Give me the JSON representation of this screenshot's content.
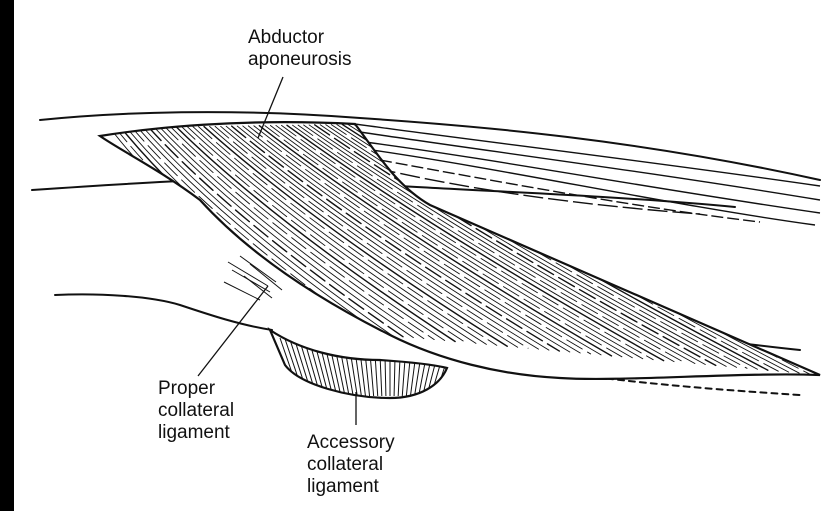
{
  "labels": {
    "abductor_aponeurosis": [
      "Abductor",
      "aponeurosis"
    ],
    "proper_collateral_ligament": [
      "Proper",
      "collateral",
      "ligament"
    ],
    "accessory_collateral_ligament": [
      "Accessory",
      "collateral",
      "ligament"
    ]
  },
  "colors": {
    "ink": "#111111",
    "paper": "#ffffff",
    "frame": "#000000"
  }
}
